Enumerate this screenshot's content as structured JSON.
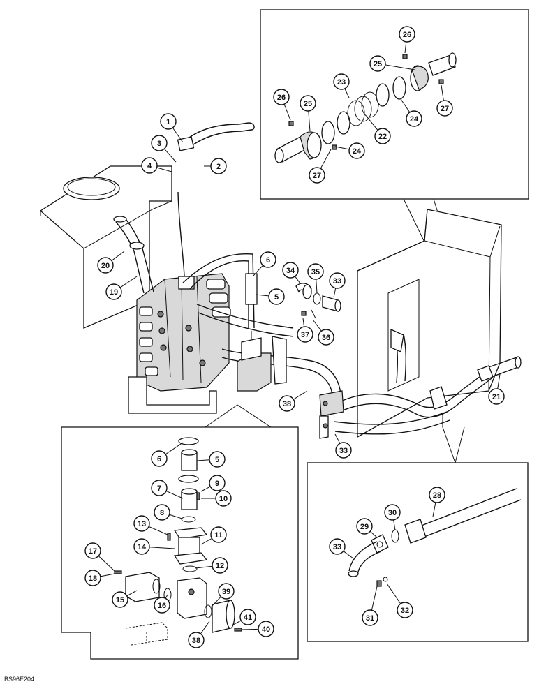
{
  "diagram": {
    "drawing_code": "BS96E204",
    "callouts": [
      {
        "id": "c1",
        "label": "1"
      },
      {
        "id": "c2",
        "label": "2"
      },
      {
        "id": "c3",
        "label": "3"
      },
      {
        "id": "c4",
        "label": "4"
      },
      {
        "id": "c5",
        "label": "5"
      },
      {
        "id": "c6",
        "label": "6"
      },
      {
        "id": "c19",
        "label": "19"
      },
      {
        "id": "c20",
        "label": "20"
      },
      {
        "id": "c33a",
        "label": "33"
      },
      {
        "id": "c34",
        "label": "34"
      },
      {
        "id": "c35",
        "label": "35"
      },
      {
        "id": "c36",
        "label": "36"
      },
      {
        "id": "c37",
        "label": "37"
      },
      {
        "id": "c38a",
        "label": "38"
      },
      {
        "id": "c33b",
        "label": "33"
      },
      {
        "id": "c21",
        "label": "21"
      },
      {
        "id": "c22",
        "label": "22"
      },
      {
        "id": "c23",
        "label": "23"
      },
      {
        "id": "c24a",
        "label": "24"
      },
      {
        "id": "c24b",
        "label": "24"
      },
      {
        "id": "c25a",
        "label": "25"
      },
      {
        "id": "c25b",
        "label": "25"
      },
      {
        "id": "c26a",
        "label": "26"
      },
      {
        "id": "c26b",
        "label": "26"
      },
      {
        "id": "c27a",
        "label": "27"
      },
      {
        "id": "c27b",
        "label": "27"
      },
      {
        "id": "d6",
        "label": "6"
      },
      {
        "id": "d5",
        "label": "5"
      },
      {
        "id": "d7",
        "label": "7"
      },
      {
        "id": "d9",
        "label": "9"
      },
      {
        "id": "d10",
        "label": "10"
      },
      {
        "id": "d8",
        "label": "8"
      },
      {
        "id": "d13",
        "label": "13"
      },
      {
        "id": "d11",
        "label": "11"
      },
      {
        "id": "d14",
        "label": "14"
      },
      {
        "id": "d12",
        "label": "12"
      },
      {
        "id": "d17",
        "label": "17"
      },
      {
        "id": "d18",
        "label": "18"
      },
      {
        "id": "d15",
        "label": "15"
      },
      {
        "id": "d16",
        "label": "16"
      },
      {
        "id": "d39",
        "label": "39"
      },
      {
        "id": "d41",
        "label": "41"
      },
      {
        "id": "d40",
        "label": "40"
      },
      {
        "id": "d38",
        "label": "38"
      },
      {
        "id": "e28",
        "label": "28"
      },
      {
        "id": "e29",
        "label": "29"
      },
      {
        "id": "e30",
        "label": "30"
      },
      {
        "id": "e33",
        "label": "33"
      },
      {
        "id": "e31",
        "label": "31"
      },
      {
        "id": "e32",
        "label": "32"
      }
    ]
  }
}
